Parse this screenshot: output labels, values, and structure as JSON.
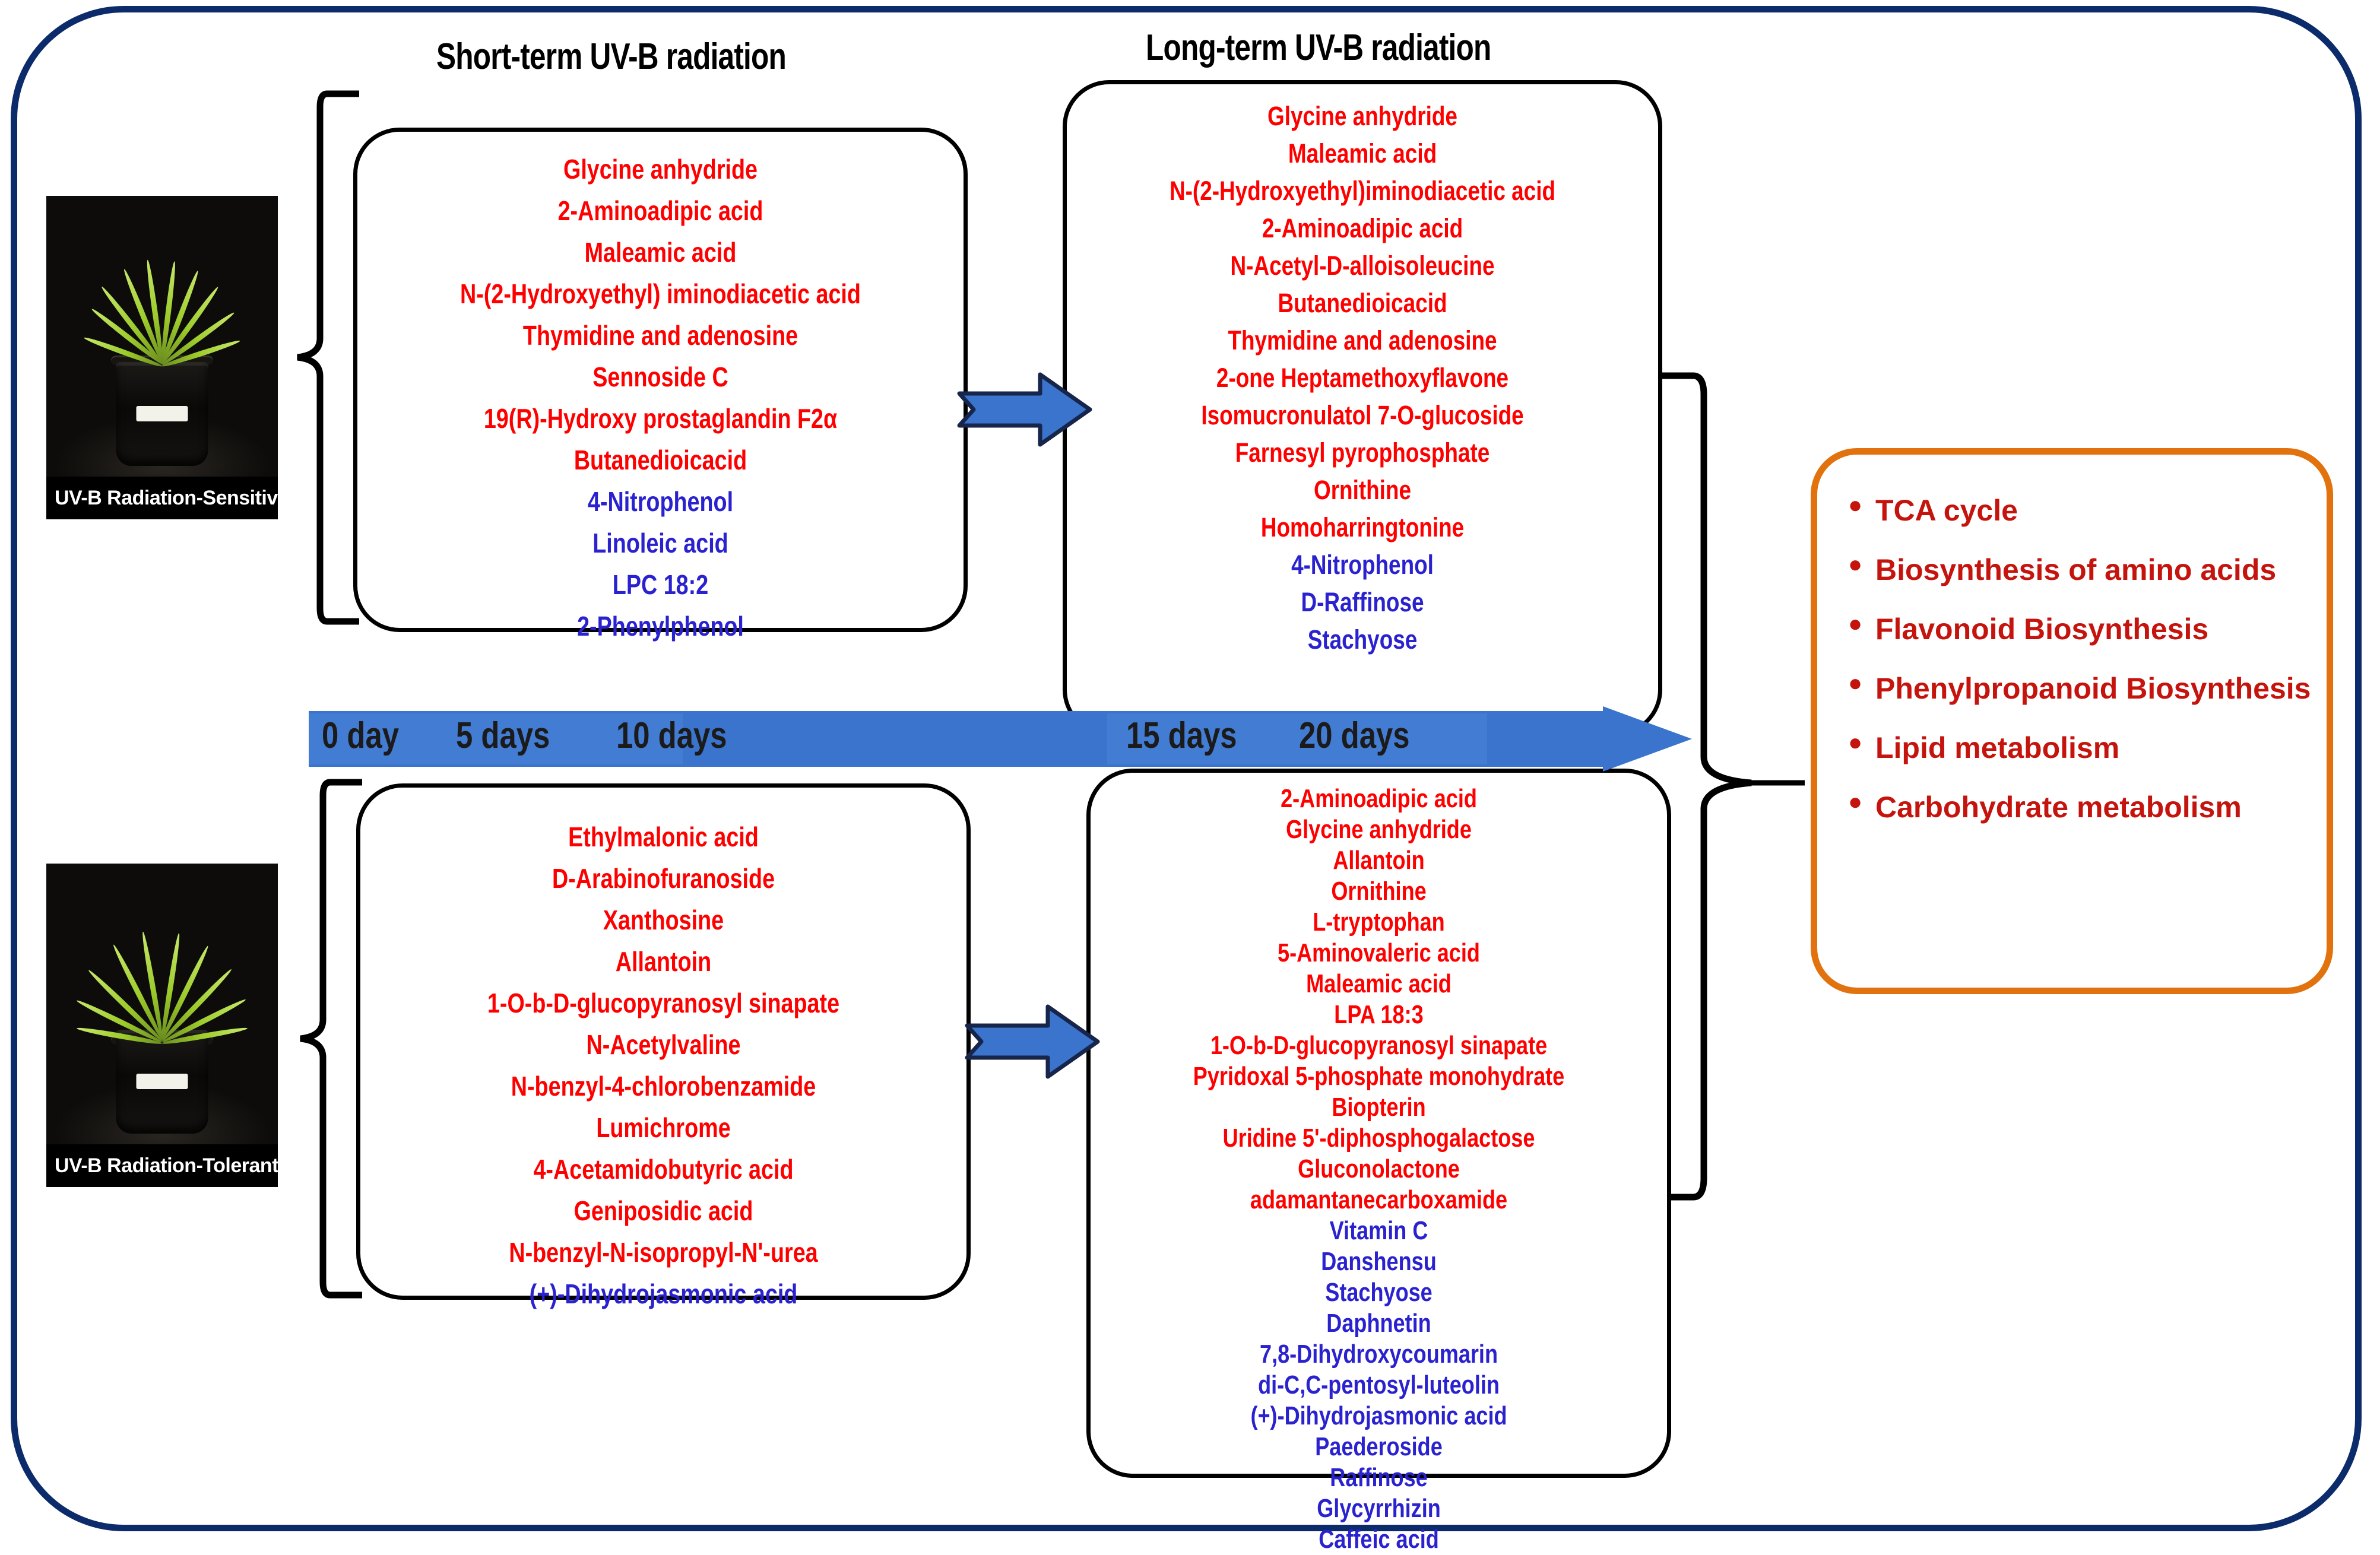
{
  "titles": {
    "short_term": "Short-term UV-B radiation",
    "long_term": "Long-term UV-B radiation"
  },
  "photos": {
    "sensitive": {
      "caption": "UV-B Radiation-Sensitive",
      "pot_label": ""
    },
    "tolerant": {
      "caption": "UV-B Radiation-Tolerant",
      "pot_label": ""
    }
  },
  "timeline": {
    "labels": [
      "0 day",
      "5 days",
      "10 days",
      "15 days",
      "20 days"
    ],
    "bar_color": "#3a74cc"
  },
  "boxes": {
    "sensitive_short": {
      "items": [
        {
          "text": "Glycine anhydride",
          "color": "red"
        },
        {
          "text": "2-Aminoadipic acid",
          "color": "red"
        },
        {
          "text": "Maleamic acid",
          "color": "red"
        },
        {
          "text": "N-(2-Hydroxyethyl) iminodiacetic acid",
          "color": "red"
        },
        {
          "text": "Thymidine and adenosine",
          "color": "red"
        },
        {
          "text": "Sennoside C",
          "color": "red"
        },
        {
          "text": "19(R)-Hydroxy prostaglandin F2α",
          "color": "red"
        },
        {
          "text": "Butanedioicacid",
          "color": "red"
        },
        {
          "text": "4-Nitrophenol",
          "color": "blue"
        },
        {
          "text": "Linoleic acid",
          "color": "blue"
        },
        {
          "text": "LPC 18:2",
          "color": "blue"
        },
        {
          "text": "2-Phenylphenol",
          "color": "blue"
        }
      ]
    },
    "sensitive_long": {
      "items": [
        {
          "text": "Glycine anhydride",
          "color": "red"
        },
        {
          "text": "Maleamic acid",
          "color": "red"
        },
        {
          "text": "N-(2-Hydroxyethyl)iminodiacetic acid",
          "color": "red"
        },
        {
          "text": "2-Aminoadipic acid",
          "color": "red"
        },
        {
          "text": "N-Acetyl-D-alloisoleucine",
          "color": "red"
        },
        {
          "text": "Butanedioicacid",
          "color": "red"
        },
        {
          "text": "Thymidine and adenosine",
          "color": "red"
        },
        {
          "text": "2-one Heptamethoxyflavone",
          "color": "red"
        },
        {
          "text": "Isomucronulatol 7-O-glucoside",
          "color": "red"
        },
        {
          "text": "Farnesyl pyrophosphate",
          "color": "red"
        },
        {
          "text": "Ornithine",
          "color": "red"
        },
        {
          "text": "Homoharringtonine",
          "color": "red"
        },
        {
          "text": "4-Nitrophenol",
          "color": "blue"
        },
        {
          "text": "D-Raffinose",
          "color": "blue"
        },
        {
          "text": "Stachyose",
          "color": "blue"
        }
      ]
    },
    "tolerant_short": {
      "items": [
        {
          "text": "Ethylmalonic acid",
          "color": "red"
        },
        {
          "text": "D-Arabinofuranoside",
          "color": "red"
        },
        {
          "text": "Xanthosine",
          "color": "red"
        },
        {
          "text": "Allantoin",
          "color": "red"
        },
        {
          "text": "1-O-b-D-glucopyranosyl sinapate",
          "color": "red"
        },
        {
          "text": "N-Acetylvaline",
          "color": "red"
        },
        {
          "text": "N-benzyl-4-chlorobenzamide",
          "color": "red"
        },
        {
          "text": "Lumichrome",
          "color": "red"
        },
        {
          "text": "4-Acetamidobutyric acid",
          "color": "red"
        },
        {
          "text": "Geniposidic acid",
          "color": "red"
        },
        {
          "text": "N-benzyl-N-isopropyl-N'-urea",
          "color": "red"
        },
        {
          "text": "(+)-Dihydrojasmonic acid",
          "color": "blue"
        }
      ]
    },
    "tolerant_long": {
      "items": [
        {
          "text": "2-Aminoadipic acid",
          "color": "red"
        },
        {
          "text": "Glycine anhydride",
          "color": "red"
        },
        {
          "text": "Allantoin",
          "color": "red"
        },
        {
          "text": "Ornithine",
          "color": "red"
        },
        {
          "text": "L-tryptophan",
          "color": "red"
        },
        {
          "text": "5-Aminovaleric acid",
          "color": "red"
        },
        {
          "text": "Maleamic acid",
          "color": "red"
        },
        {
          "text": "LPA 18:3",
          "color": "red"
        },
        {
          "text": "1-O-b-D-glucopyranosyl sinapate",
          "color": "red"
        },
        {
          "text": "Pyridoxal 5-phosphate monohydrate",
          "color": "red"
        },
        {
          "text": "Biopterin",
          "color": "red"
        },
        {
          "text": "Uridine 5'-diphosphogalactose",
          "color": "red"
        },
        {
          "text": "Gluconolactone",
          "color": "red"
        },
        {
          "text": "adamantanecarboxamide",
          "color": "red"
        },
        {
          "text": "Vitamin C",
          "color": "blue"
        },
        {
          "text": "Danshensu",
          "color": "blue"
        },
        {
          "text": "Stachyose",
          "color": "blue"
        },
        {
          "text": "Daphnetin",
          "color": "blue"
        },
        {
          "text": "7,8-Dihydroxycoumarin",
          "color": "blue"
        },
        {
          "text": "di-C,C-pentosyl-luteolin",
          "color": "blue"
        },
        {
          "text": "(+)-Dihydrojasmonic acid",
          "color": "blue"
        },
        {
          "text": "Paederoside",
          "color": "blue"
        },
        {
          "text": "Raffinose",
          "color": "blue"
        },
        {
          "text": "Glycyrrhizin",
          "color": "blue"
        },
        {
          "text": "Caffeic acid",
          "color": "blue"
        }
      ]
    }
  },
  "pathways": {
    "border_color": "#e2720d",
    "text_color": "#c5140d",
    "items": [
      "TCA cycle",
      "Biosynthesis of amino acids",
      "Flavonoid Biosynthesis",
      "Phenylpropanoid Biosynthesis",
      "Lipid metabolism",
      "Carbohydrate metabolism"
    ]
  },
  "colors": {
    "frame": "#0c2b6b",
    "upregulated": "#ff0000",
    "downregulated": "#2a22cf",
    "arrow": "#3a74cc"
  }
}
